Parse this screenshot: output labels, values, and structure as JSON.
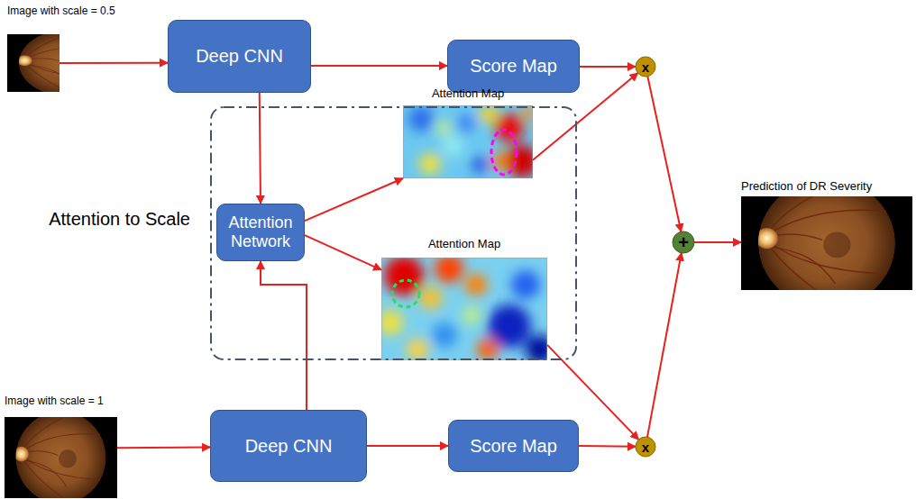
{
  "diagram": {
    "nodes": [
      {
        "text": [
          "Image with scale = 0.5"
        ]
      },
      {
        "text": [
          "Deep CNN"
        ]
      },
      {
        "text": [
          "Score Map"
        ]
      },
      {
        "text": [
          "x"
        ]
      },
      {
        "text": [
          "Attention to Scale"
        ]
      },
      {
        "text": [
          "Attention Network"
        ],
        "in": 4
      },
      {
        "text": [
          "Attention Map"
        ],
        "in": 4
      },
      {
        "text": [
          "Attention Map"
        ],
        "in": 4
      },
      {
        "text": [
          "+"
        ]
      },
      {
        "text": [
          "Prediction of DR Severity"
        ]
      },
      {
        "text": [
          "Image with scale = 1"
        ]
      },
      {
        "text": [
          "Deep CNN"
        ]
      },
      {
        "text": [
          "Score Map"
        ]
      },
      {
        "text": [
          "x"
        ]
      }
    ],
    "edges": [
      {
        "from": 0,
        "to": 1,
        "arrow": "to"
      },
      {
        "from": 1,
        "to": 2,
        "arrow": "to"
      },
      {
        "from": 2,
        "to": 3,
        "arrow": "to"
      },
      {
        "from": 1,
        "to": 5,
        "arrow": "to"
      },
      {
        "from": 5,
        "to": 6,
        "arrow": "to"
      },
      {
        "from": 5,
        "to": 7,
        "arrow": "to"
      },
      {
        "from": 6,
        "to": 3,
        "arrow": "to"
      },
      {
        "from": 3,
        "to": 8,
        "arrow": "to"
      },
      {
        "from": 8,
        "to": 9,
        "arrow": "to"
      },
      {
        "from": 10,
        "to": 11,
        "arrow": "to"
      },
      {
        "from": 11,
        "to": 12,
        "arrow": "to"
      },
      {
        "from": 12,
        "to": 13,
        "arrow": "to"
      },
      {
        "from": 11,
        "to": 5,
        "arrow": "to"
      },
      {
        "from": 7,
        "to": 13,
        "arrow": "to"
      },
      {
        "from": 13,
        "to": 8,
        "arrow": "to"
      }
    ]
  }
}
